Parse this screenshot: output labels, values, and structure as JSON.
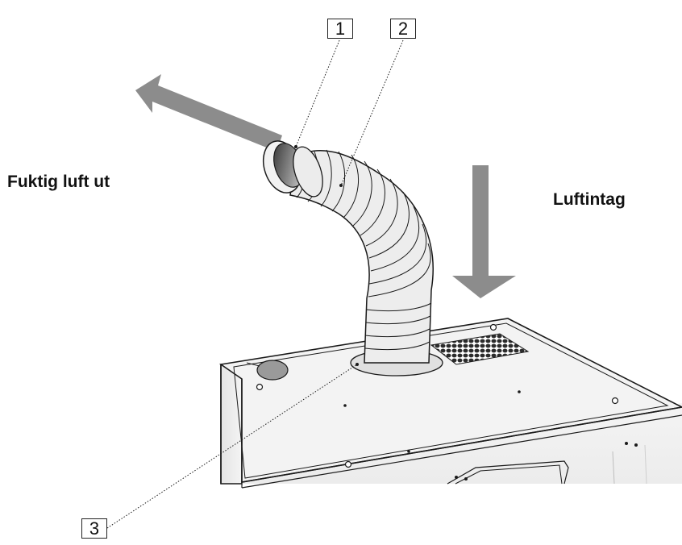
{
  "labels": {
    "moist_air_out": "Fuktig luft ut",
    "air_intake": "Luftintag"
  },
  "callouts": [
    "1",
    "2",
    "3"
  ],
  "colors": {
    "arrow_gray": "#8c8c8c",
    "line": "#1a1a1a",
    "panel_light": "#f2f2f2",
    "hose_light": "#ededed",
    "grille_dark": "#2b2b2b",
    "sensor_gray": "#9a9a9a"
  }
}
